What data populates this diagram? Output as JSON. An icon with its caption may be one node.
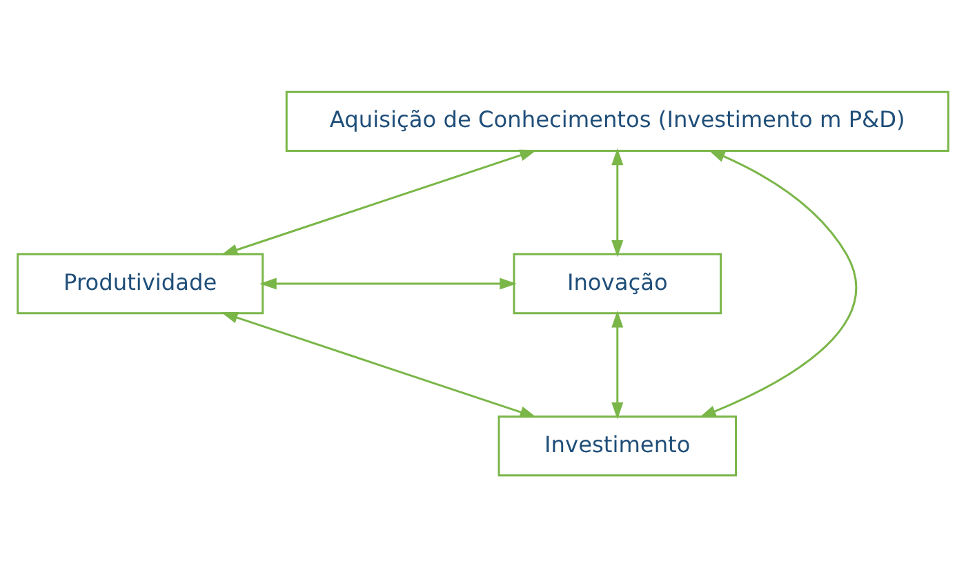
{
  "diagram": {
    "nodes": [
      {
        "text": [
          "Aquisição de Conhecimentos (Investimento m P&D)"
        ]
      },
      {
        "text": [
          "Produtividade"
        ]
      },
      {
        "text": [
          "Inovação"
        ]
      },
      {
        "text": [
          "Investimento"
        ]
      }
    ],
    "edges": [
      {
        "from": 0,
        "to": 1,
        "arrow": "both"
      },
      {
        "from": 0,
        "to": 3,
        "arrow": "both"
      },
      {
        "from": 0,
        "to": 2,
        "arrow": "both"
      },
      {
        "from": 1,
        "to": 2,
        "arrow": "both"
      },
      {
        "from": 1,
        "to": 3,
        "arrow": "both"
      },
      {
        "from": 2,
        "to": 3,
        "arrow": "both"
      }
    ]
  }
}
